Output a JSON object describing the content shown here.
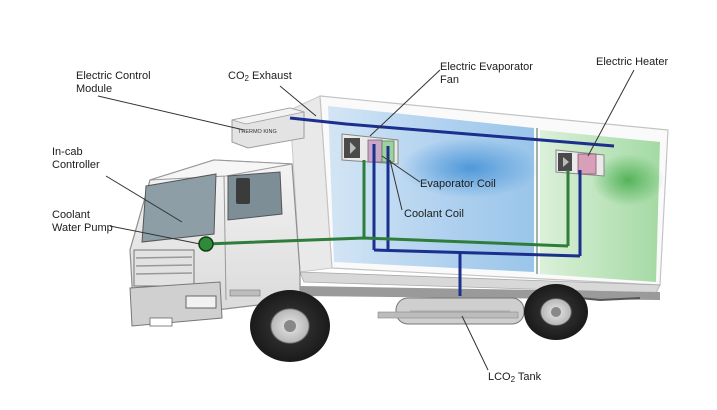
{
  "labels": {
    "ecm_line1": "Electric Control",
    "ecm_line2": "Module",
    "co2_exhaust_prefix": "CO",
    "co2_exhaust_sub": "2",
    "co2_exhaust_suffix": " Exhaust",
    "evap_fan_line1": "Electric Evaporator",
    "evap_fan_line2": "Fan",
    "heater": "Electric Heater",
    "incab_line1": "In-cab",
    "incab_line2": "Controller",
    "pump_line1": "Coolant",
    "pump_line2": "Water Pump",
    "evap_coil": "Evaporator Coil",
    "coolant_coil": "Coolant Coil",
    "tank_prefix": "LCO",
    "tank_sub": "2",
    "tank_suffix": " Tank"
  },
  "unit_brand": "THERMO KING",
  "plate_text": "",
  "colors": {
    "co2_pipe": "#1b2f8c",
    "coolant_pipe": "#2e7d3a",
    "cold_zone": "#7fb9e6",
    "warm_zone": "#8fd08a",
    "callout_line": "#333333"
  }
}
